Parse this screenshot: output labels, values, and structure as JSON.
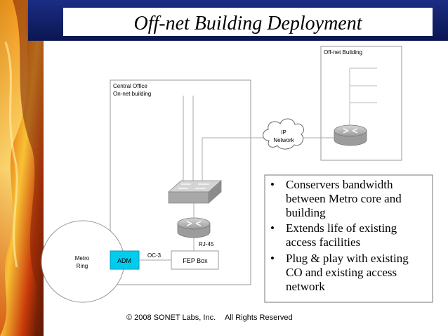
{
  "title": "Off-net Building Deployment",
  "colors": {
    "header_bar": "#0f1f6e",
    "adm_fill": "#00ccee",
    "device_body": "#b4b4b4"
  },
  "diagram": {
    "offnet_label": "Off-net Building",
    "central_office_line1": "Central Office",
    "central_office_line2": "On-net building",
    "ip_cloud_line1": "IP",
    "ip_cloud_line2": "Network",
    "rj45_label": "RJ-45",
    "oc3_label": "OC-3",
    "fep_label": "FEP Box",
    "adm_label": "ADM",
    "metro_line1": "Metro",
    "metro_line2": "Ring",
    "icons": [
      "router-icon",
      "switch-icon",
      "cloud-icon"
    ]
  },
  "bullets": [
    {
      "line1": "Conservers bandwidth",
      "line2": "between Metro core and",
      "line3": "building"
    },
    {
      "line1": "Extends life of existing",
      "line2": "access facilities"
    },
    {
      "line1": "Plug & play with existing",
      "line2": "CO and existing access",
      "line3": "network"
    }
  ],
  "footer": {
    "copyright": "© 2008 SONET Labs, Inc.",
    "rights": "All Rights Reserved"
  }
}
